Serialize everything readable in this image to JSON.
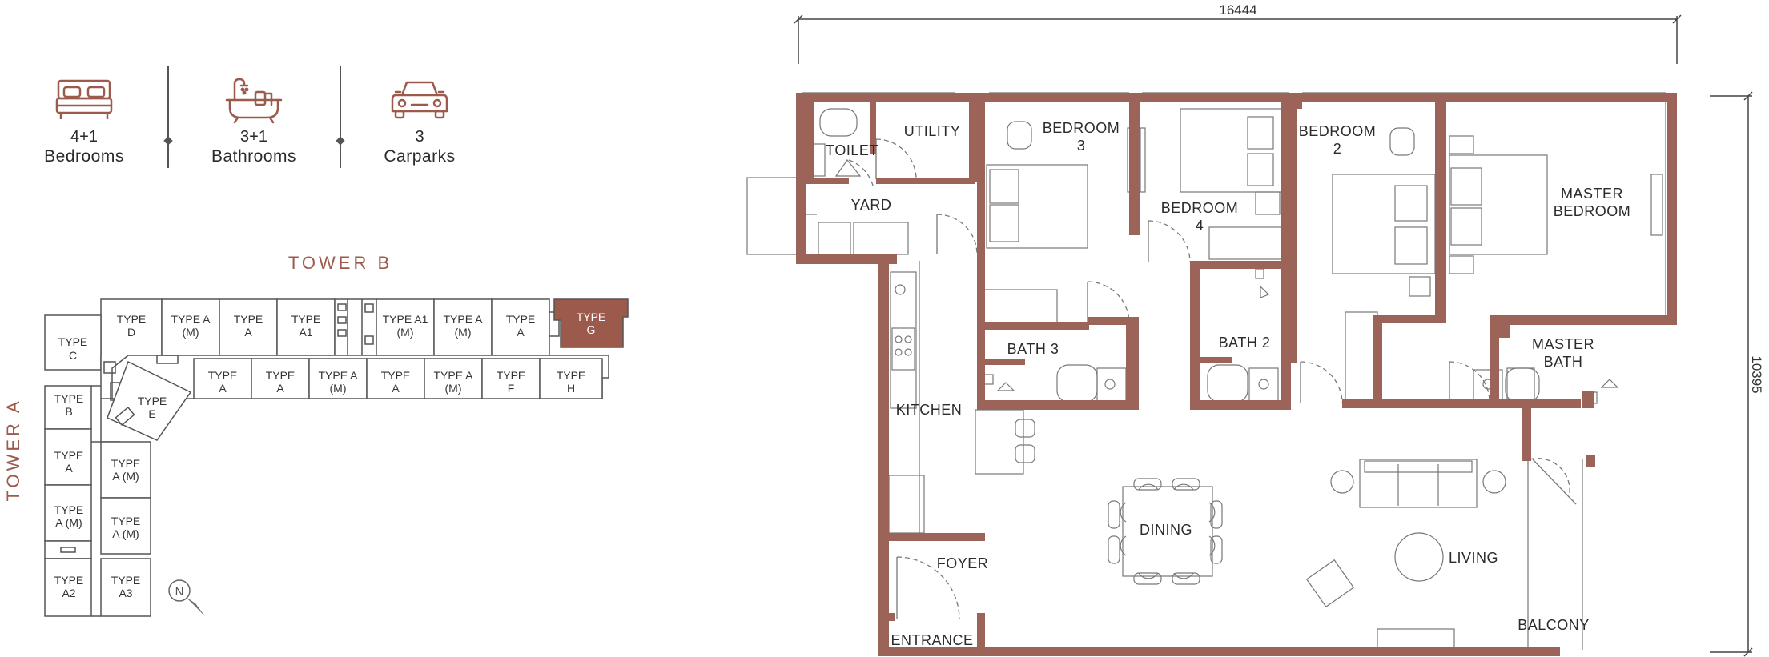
{
  "stats": {
    "bedrooms": {
      "value": "4+1",
      "label": "Bedrooms",
      "icon": "bed-icon"
    },
    "bathrooms": {
      "value": "3+1",
      "label": "Bathrooms",
      "icon": "bathtub-icon"
    },
    "carparks": {
      "value": "3",
      "label": "Carparks",
      "icon": "car-icon"
    }
  },
  "keyplan": {
    "tower_b": "TOWER B",
    "tower_a": "TOWER A",
    "north": "N",
    "highlight_color": "#9c5a4c",
    "units": {
      "b_d": [
        "TYPE",
        "D"
      ],
      "b_am1": [
        "TYPE A",
        "(M)"
      ],
      "b_a1": [
        "TYPE",
        "A"
      ],
      "b_a1b": [
        "TYPE",
        "A1"
      ],
      "b_a1m": [
        "TYPE A1",
        "(M)"
      ],
      "b_am2": [
        "TYPE A",
        "(M)"
      ],
      "b_a2": [
        "TYPE",
        "A"
      ],
      "b_g": [
        "TYPE",
        "G"
      ],
      "b_c": [
        "TYPE",
        "C"
      ],
      "l_a1": [
        "TYPE",
        "A"
      ],
      "l_a2": [
        "TYPE",
        "A"
      ],
      "l_am1": [
        "TYPE A",
        "(M)"
      ],
      "l_a3": [
        "TYPE",
        "A"
      ],
      "l_am2": [
        "TYPE A",
        "(M)"
      ],
      "l_f": [
        "TYPE",
        "F"
      ],
      "l_h": [
        "TYPE",
        "H"
      ],
      "e": [
        "TYPE",
        "E"
      ],
      "a_b": [
        "TYPE",
        "B"
      ],
      "a_a": [
        "TYPE",
        "A"
      ],
      "a_am": [
        "TYPE",
        "A (M)"
      ],
      "a_a2": [
        "TYPE",
        "A2"
      ],
      "r_am1": [
        "TYPE",
        "A (M)"
      ],
      "r_am2": [
        "TYPE",
        "A (M)"
      ],
      "r_a3": [
        "TYPE",
        "A3"
      ]
    }
  },
  "floorplan": {
    "width_dim": "16444",
    "depth_dim": "10395",
    "wall_color": "#9c6458",
    "rooms": {
      "toilet": "TOILET",
      "utility": "UTILITY",
      "yard": "YARD",
      "bedroom3": [
        "BEDROOM",
        "3"
      ],
      "bedroom4": [
        "BEDROOM",
        "4"
      ],
      "bedroom2": [
        "BEDROOM",
        "2"
      ],
      "master_bedroom": [
        "MASTER",
        "BEDROOM"
      ],
      "bath3": "BATH 3",
      "bath2": "BATH 2",
      "master_bath": [
        "MASTER",
        "BATH"
      ],
      "kitchen": "KITCHEN",
      "dining": "DINING",
      "living": "LIVING",
      "foyer": "FOYER",
      "entrance": "ENTRANCE",
      "balcony": "BALCONY"
    }
  }
}
